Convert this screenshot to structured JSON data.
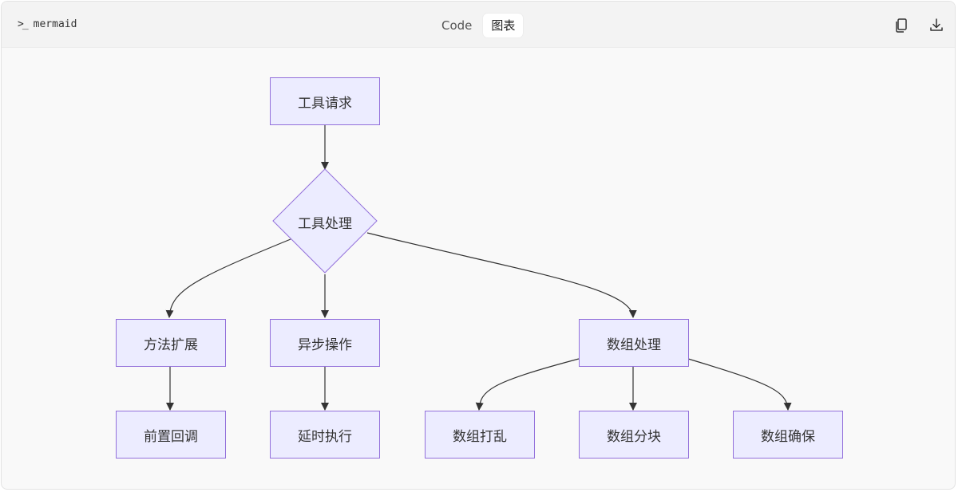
{
  "toolbar": {
    "language": "mermaid",
    "prompt_icon": "terminal-prompt-icon",
    "tabs": [
      {
        "label": "Code",
        "active": false
      },
      {
        "label": "图表",
        "active": true
      }
    ],
    "copy_icon": "copy-icon",
    "download_icon": "download-icon"
  },
  "diagram": {
    "node_fill": "#ececff",
    "node_stroke": "#9370db",
    "edge_color": "#333333",
    "nodes": {
      "tool_request": "工具请求",
      "tool_handling": "工具处理",
      "method_extension": "方法扩展",
      "async_operation": "异步操作",
      "array_processing": "数组处理",
      "pre_callback": "前置回调",
      "delayed_execution": "延时执行",
      "array_shuffle": "数组打乱",
      "array_chunk": "数组分块",
      "array_ensure": "数组确保"
    },
    "edges": [
      {
        "from": "tool_request",
        "to": "tool_handling"
      },
      {
        "from": "tool_handling",
        "to": "method_extension"
      },
      {
        "from": "tool_handling",
        "to": "async_operation"
      },
      {
        "from": "tool_handling",
        "to": "array_processing"
      },
      {
        "from": "method_extension",
        "to": "pre_callback"
      },
      {
        "from": "async_operation",
        "to": "delayed_execution"
      },
      {
        "from": "array_processing",
        "to": "array_shuffle"
      },
      {
        "from": "array_processing",
        "to": "array_chunk"
      },
      {
        "from": "array_processing",
        "to": "array_ensure"
      }
    ]
  }
}
